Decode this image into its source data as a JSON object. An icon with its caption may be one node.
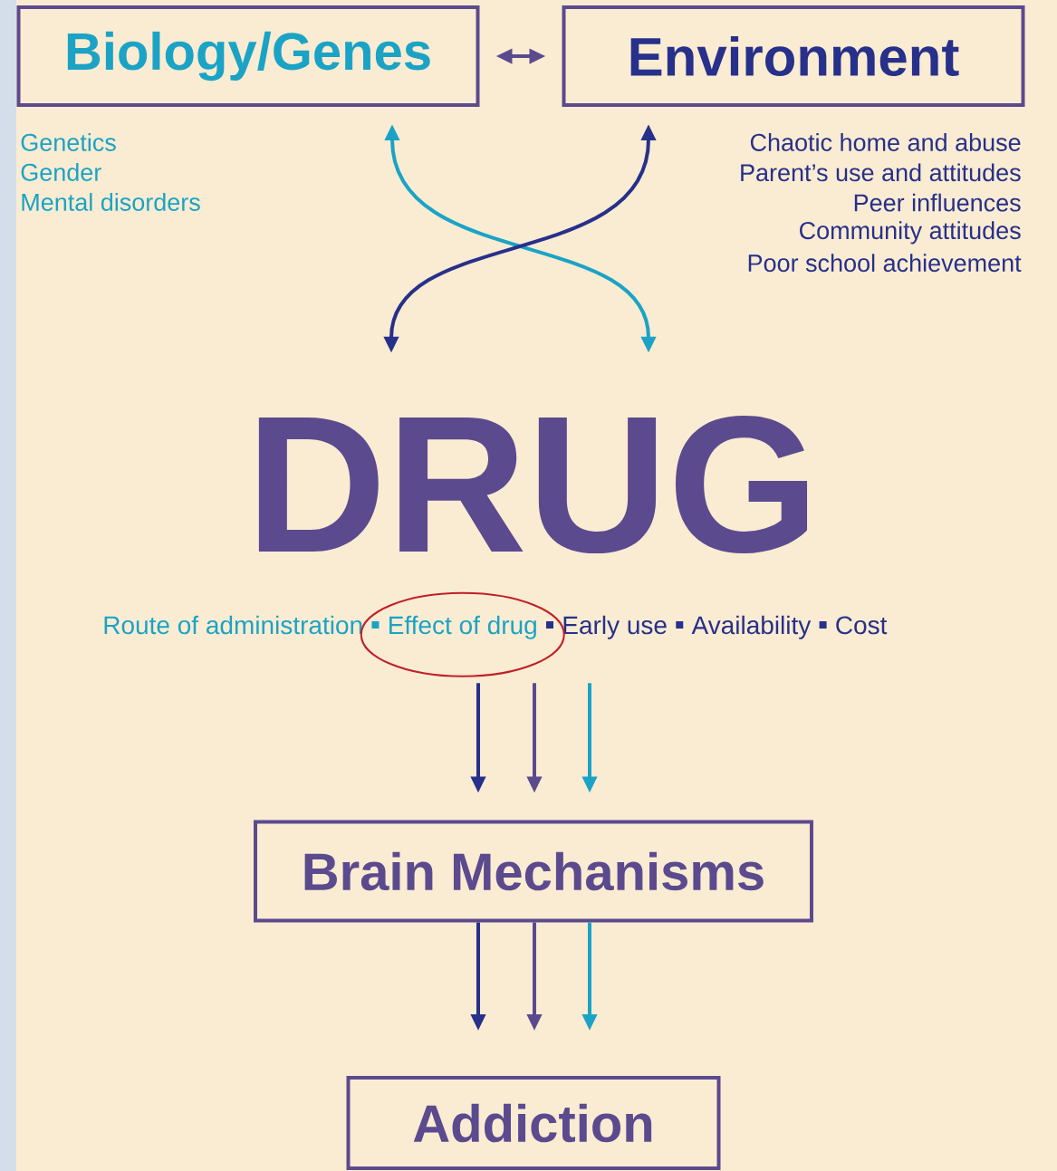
{
  "diagram": {
    "nodes": [
      {
        "text": [
          "Biology/Genes"
        ],
        "beside": [
          "Genetics",
          "Gender",
          "Mental disorders"
        ]
      },
      {
        "text": [
          "Environment"
        ],
        "beside": [
          "Chaotic home and abuse",
          "Parent’s use and attitudes",
          "Peer influences",
          "Community attitudes",
          "Poor school achievement"
        ]
      },
      {
        "text": [
          "DRUG",
          "Route of administration",
          "Effect of drug",
          "Early use",
          "Availability",
          "Cost"
        ]
      },
      {
        "text": [
          "Brain Mechanisms"
        ]
      },
      {
        "text": [
          "Addiction"
        ]
      }
    ],
    "edges": [
      {
        "from": 0,
        "to": 1,
        "arrow": "both",
        "color": "#5c4a8e"
      },
      {
        "from": 0,
        "to": 2,
        "arrow": "both",
        "color": "#1ba3c6"
      },
      {
        "from": 1,
        "to": 2,
        "arrow": "both",
        "color": "#27308a"
      },
      {
        "from": 2,
        "to": 3,
        "arrow": "to",
        "color": "#27308a"
      },
      {
        "from": 2,
        "to": 3,
        "arrow": "to",
        "color": "#5c4a8e"
      },
      {
        "from": 2,
        "to": 3,
        "arrow": "to",
        "color": "#1ba3c6"
      },
      {
        "from": 3,
        "to": 4,
        "arrow": "to",
        "color": "#27308a"
      },
      {
        "from": 3,
        "to": 4,
        "arrow": "to",
        "color": "#5c4a8e"
      },
      {
        "from": 3,
        "to": 4,
        "arrow": "to",
        "color": "#1ba3c6"
      }
    ]
  }
}
